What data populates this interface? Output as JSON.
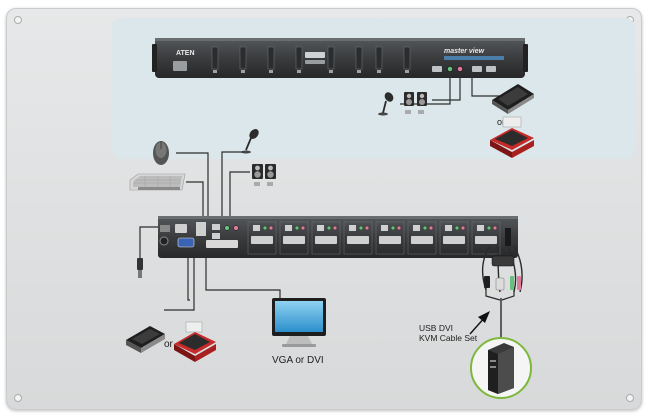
{
  "device_top": {
    "brand": "ATEN",
    "product_line": "master view"
  },
  "labels": {
    "or_top_right": "or",
    "or_bottom_left": "or",
    "vga_or_dvi": "VGA or DVI",
    "cable_set_line1": "USB DVI",
    "cable_set_line2": "KVM Cable Set"
  },
  "icons": [
    "mouse-icon",
    "keyboard-icon",
    "microphone-icon",
    "speakers-icon",
    "scanner-icon",
    "printer-icon",
    "monitor-icon",
    "computer-tower-icon",
    "power-adapter-icon",
    "kvm-cable-icon"
  ],
  "colors": {
    "panel": "#dcdedf",
    "highlight_zone": "#dbe7ea",
    "device_body": "#3a3c3e",
    "cable": "#2e2e2e"
  }
}
